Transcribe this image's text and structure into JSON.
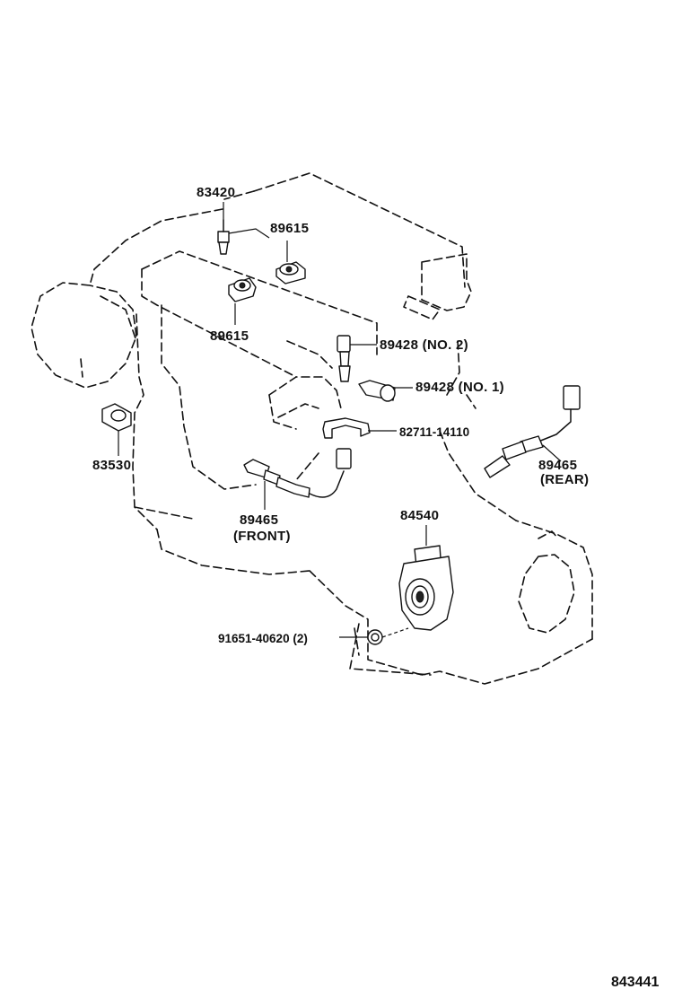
{
  "diagram_id": "843441",
  "labels": {
    "p83420": "83420",
    "p89615_top": "89615",
    "p89615_bottom": "89615",
    "p89428_no2": "89428 (NO. 2)",
    "p89428_no1": "89428 (NO. 1)",
    "p82711": "82711-14110",
    "p83530": "83530",
    "p89465_front_num": "89465",
    "p89465_front_pos": "(FRONT)",
    "p89465_rear_num": "89465",
    "p89465_rear_pos": "(REAR)",
    "p84540": "84540",
    "p91651": "91651-40620 (2)"
  }
}
